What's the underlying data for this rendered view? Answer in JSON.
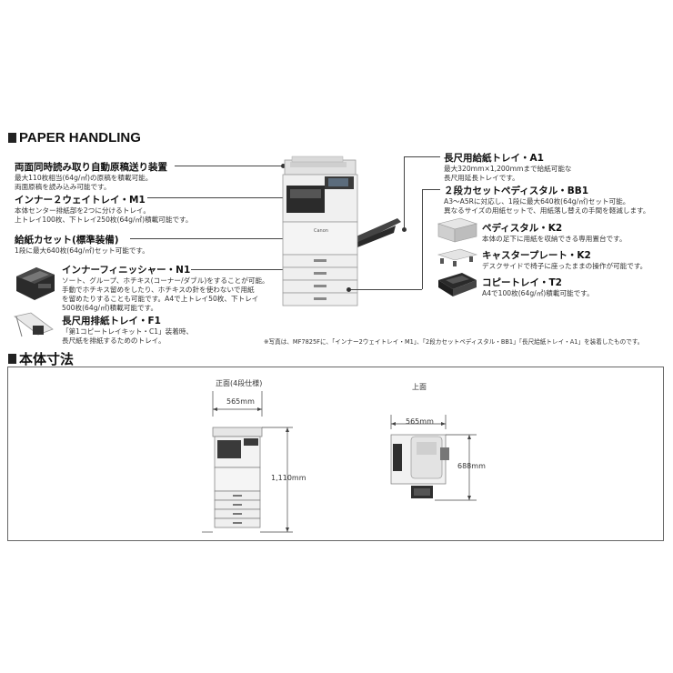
{
  "section1": {
    "title": "PAPER HANDLING"
  },
  "left_items": [
    {
      "title": "両面同時読み取り自動原稿送り装置",
      "lines": [
        "最大110枚相当(64g/㎡)の原稿を積載可能。",
        "両面原稿を読み込み可能です。"
      ]
    },
    {
      "title": "インナー２ウェイトレイ・M1",
      "lines": [
        "本体センター排紙部を2つに分けるトレイ。",
        "上トレイ100枚、下トレイ250枚(64g/㎡)積載可能です。"
      ]
    },
    {
      "title": "給紙カセット(標準装備)",
      "lines": [
        "1段に最大640枚(64g/㎡)セット可能です。"
      ]
    },
    {
      "title": "インナーフィニッシャー・N1",
      "lines": [
        "ソート、グループ、ホチキス(コーナー/ダブル)をすることが可能。",
        "手動でホチキス留めをしたり、ホチキスの針を使わないで用紙",
        "を留めたりすることも可能です。A4で上トレイ50枚、下トレイ",
        "500枚(64g/㎡)積載可能です。"
      ]
    },
    {
      "title": "長尺用排紙トレイ・F1",
      "lines": [
        "「第1コピートレイキット・C1」装着時、",
        "長尺紙を排紙するためのトレイ。"
      ]
    }
  ],
  "right_items": [
    {
      "title": "長尺用給紙トレイ・A1",
      "lines": [
        "最大320mm×1,200mmまで給紙可能な",
        "長尺用延長トレイです。"
      ]
    },
    {
      "title": "２段カセットペディスタル・BB1",
      "lines": [
        "A3～A5Rに対応し、1段に最大640枚(64g/㎡)セット可能。",
        "異なるサイズの用紙セットで、用紙落し替えの手間を軽減します。"
      ]
    },
    {
      "title": "ペディスタル・K2",
      "lines": [
        "本体の足下に用紙を収納できる専用置台です。"
      ]
    },
    {
      "title": "キャスタープレート・K2",
      "lines": [
        "デスクサイドで椅子に座ったままの操作が可能です。"
      ]
    },
    {
      "title": "コピートレイ・T2",
      "lines": [
        "A4で100枚(64g/㎡)積載可能です。"
      ]
    }
  ],
  "photo_note": "※写真は、MF7825Fに、「インナー2ウェイトレイ・M1」、「2段カセットペディスタル・BB1」「長尺給紙トレイ・A1」を装着したものです。",
  "section2": {
    "title": "本体寸法"
  },
  "dimensions": {
    "front_label": "正面(4段仕様)",
    "top_label": "上面",
    "front_width": "565mm",
    "front_height": "1,110mm",
    "top_width": "565mm",
    "top_depth": "688mm"
  },
  "brand_label": "Canon"
}
